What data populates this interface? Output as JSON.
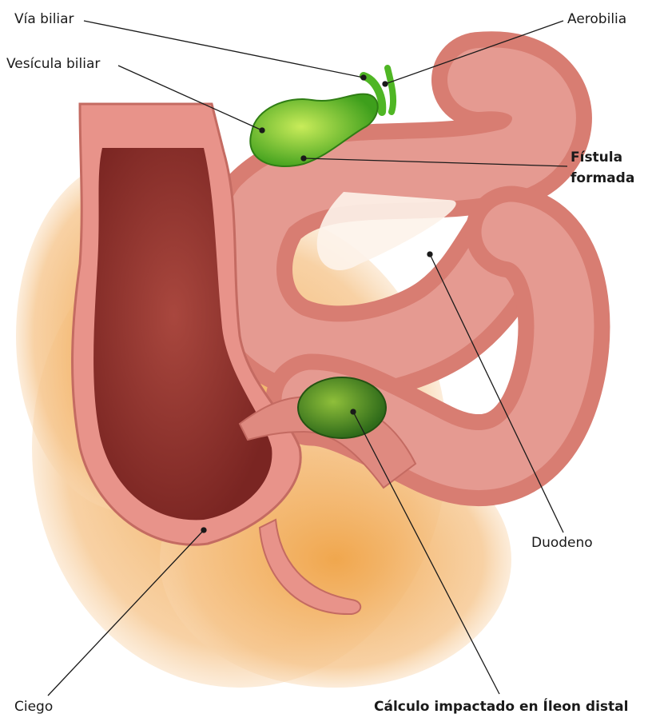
{
  "labels": {
    "via_biliar": "Vía biliar",
    "aerobilia": "Aerobilia",
    "vesicula_biliar": "Vesícula biliar",
    "fistula_line1": "Fístula",
    "fistula_line2": "formada",
    "duodeno": "Duodeno",
    "ciego": "Ciego",
    "calculo": "Cálculo impactado en Íleon distal"
  },
  "colors": {
    "background_tissue": "#f2b36a",
    "intestine_outer": "#e8938a",
    "intestine_inner": "#c56a64",
    "colon_lumen": "#8e2f2a",
    "gallbladder": "#5fc32a",
    "gallstone": "#3f8f2a",
    "leader_line": "#1a1a1a"
  }
}
